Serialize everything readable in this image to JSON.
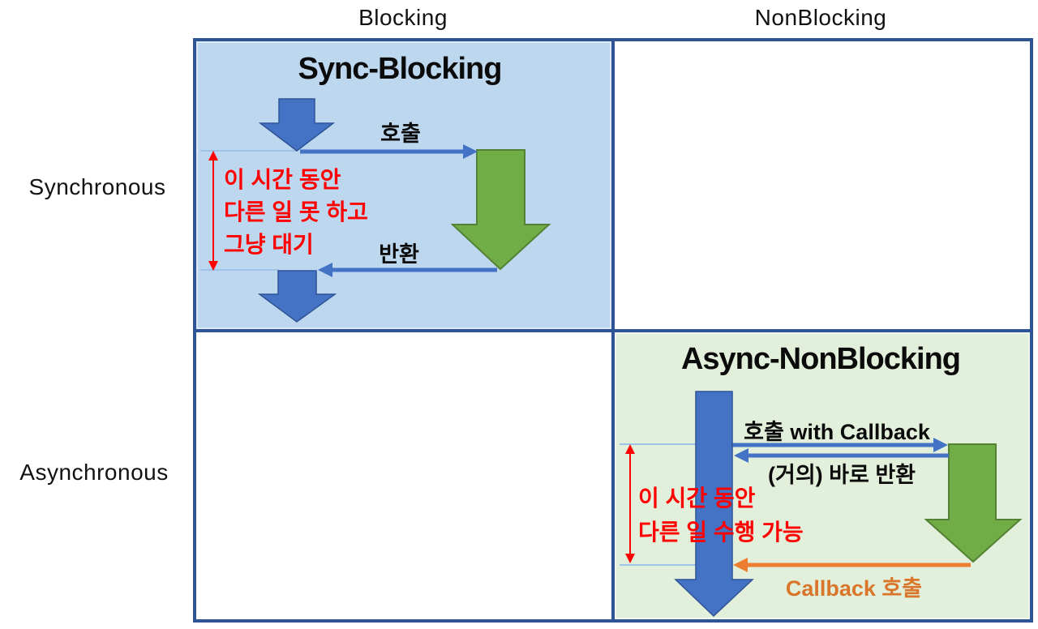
{
  "matrix": {
    "col_headers": [
      "Blocking",
      "NonBlocking"
    ],
    "row_headers": [
      "Synchronous",
      "Asynchronous"
    ]
  },
  "sync_blocking": {
    "title": "Sync-Blocking",
    "call_label": "호출",
    "return_label": "반환",
    "note_line1": "이 시간 동안",
    "note_line2": "다른 일 못 하고",
    "note_line3": "그냥 대기"
  },
  "async_nonblocking": {
    "title": "Async-NonBlocking",
    "call_label": "호출 with Callback",
    "return_label": "(거의) 바로 반환",
    "callback_label": "Callback 호출",
    "note_line1": "이 시간 동안",
    "note_line2": "다른 일 수행 가능"
  },
  "colors": {
    "grid_border": "#2F5496",
    "cell_blue": "#BDD7EE",
    "cell_green": "#E2EFDA",
    "arrow_blue": "#4472C4",
    "arrow_green": "#70AD47",
    "arrow_green_border": "#548235",
    "arrow_orange": "#ED7D31",
    "note_red": "#FF0000",
    "connector_blue": "#9DC3E6"
  }
}
